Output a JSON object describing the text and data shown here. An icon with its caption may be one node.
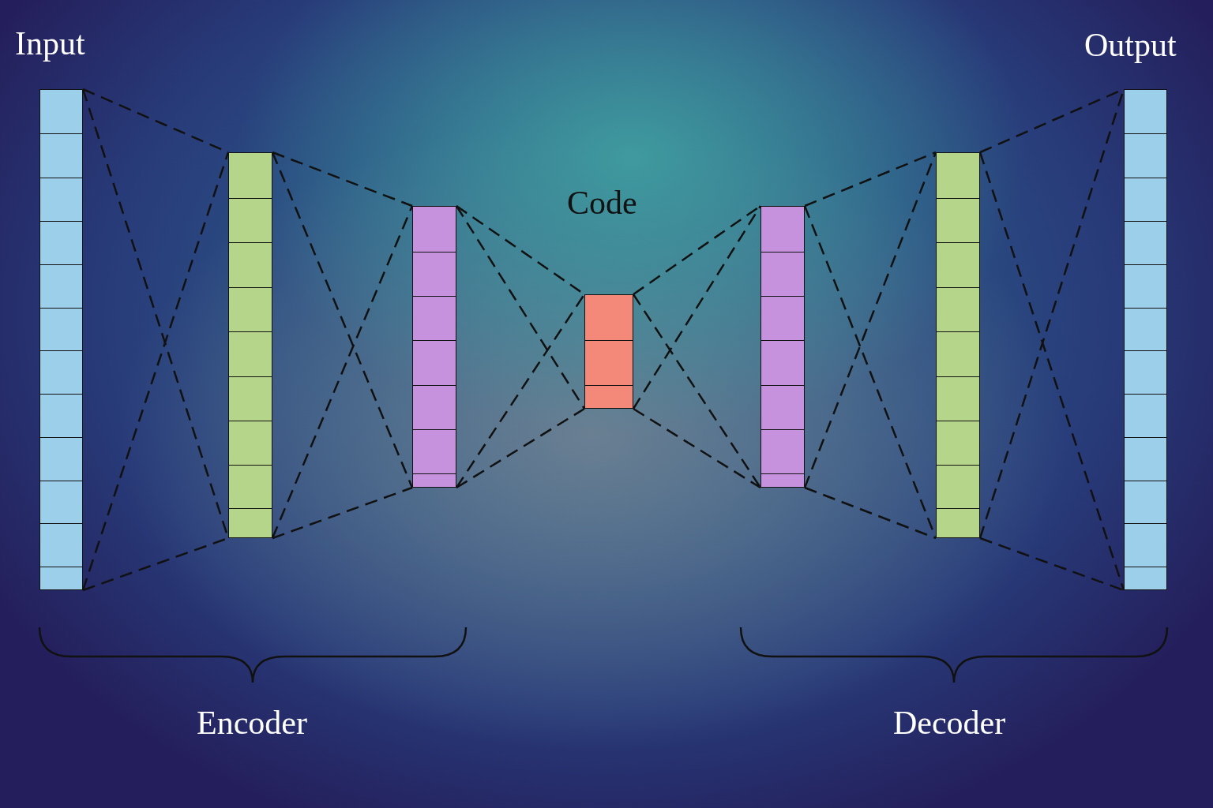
{
  "diagram": {
    "nodes": [
      {
        "text": [
          "Input"
        ]
      },
      {
        "text": [],
        "shape": "bar"
      },
      {
        "text": [],
        "shape": "bar"
      },
      {
        "text": [
          "Code"
        ]
      },
      {
        "text": [],
        "shape": "bar"
      },
      {
        "text": [],
        "shape": "bar"
      },
      {
        "text": [
          "Output"
        ]
      }
    ],
    "edges": [
      {
        "from": 0,
        "to": 1,
        "arrow": "none",
        "style": "dashed"
      },
      {
        "from": 0,
        "to": 1,
        "arrow": "none",
        "style": "dashed"
      },
      {
        "from": 0,
        "to": 1,
        "arrow": "none",
        "style": "dashed"
      },
      {
        "from": 0,
        "to": 1,
        "arrow": "none",
        "style": "dashed"
      },
      {
        "from": 1,
        "to": 2,
        "arrow": "none",
        "style": "dashed"
      },
      {
        "from": 1,
        "to": 2,
        "arrow": "none",
        "style": "dashed"
      },
      {
        "from": 1,
        "to": 2,
        "arrow": "none",
        "style": "dashed"
      },
      {
        "from": 1,
        "to": 2,
        "arrow": "none",
        "style": "dashed"
      },
      {
        "from": 2,
        "to": 3,
        "arrow": "none",
        "style": "dashed"
      },
      {
        "from": 2,
        "to": 3,
        "arrow": "none",
        "style": "dashed"
      },
      {
        "from": 2,
        "to": 3,
        "arrow": "none",
        "style": "dashed"
      },
      {
        "from": 2,
        "to": 3,
        "arrow": "none",
        "style": "dashed"
      },
      {
        "from": 3,
        "to": 4,
        "arrow": "none",
        "style": "dashed"
      },
      {
        "from": 3,
        "to": 4,
        "arrow": "none",
        "style": "dashed"
      },
      {
        "from": 3,
        "to": 4,
        "arrow": "none",
        "style": "dashed"
      },
      {
        "from": 3,
        "to": 4,
        "arrow": "none",
        "style": "dashed"
      },
      {
        "from": 4,
        "to": 5,
        "arrow": "none",
        "style": "dashed"
      },
      {
        "from": 4,
        "to": 5,
        "arrow": "none",
        "style": "dashed"
      },
      {
        "from": 4,
        "to": 5,
        "arrow": "none",
        "style": "dashed"
      },
      {
        "from": 4,
        "to": 5,
        "arrow": "none",
        "style": "dashed"
      },
      {
        "from": 5,
        "to": 6,
        "arrow": "none",
        "style": "dashed"
      },
      {
        "from": 5,
        "to": 6,
        "arrow": "none",
        "style": "dashed"
      },
      {
        "from": 5,
        "to": 6,
        "arrow": "none",
        "style": "dashed"
      },
      {
        "from": 5,
        "to": 6,
        "arrow": "none",
        "style": "dashed"
      }
    ],
    "labels": [
      "Encoder",
      "Decoder"
    ]
  }
}
